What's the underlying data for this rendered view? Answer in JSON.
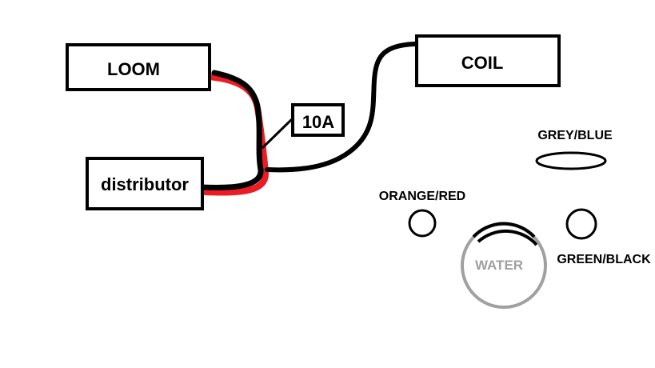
{
  "boxes": {
    "loom": "LOOM",
    "coil": "COIL",
    "distributor": "distributor",
    "fuse": "10A"
  },
  "connectors": {
    "grey_blue": "GREY/BLUE",
    "orange_red": "ORANGE/RED",
    "green_black": "GREEN/BLACK",
    "water": "WATER"
  },
  "colors": {
    "red_wire": "#ed1c24",
    "black_wire": "#000000",
    "water_ring": "#a0a0a0"
  }
}
